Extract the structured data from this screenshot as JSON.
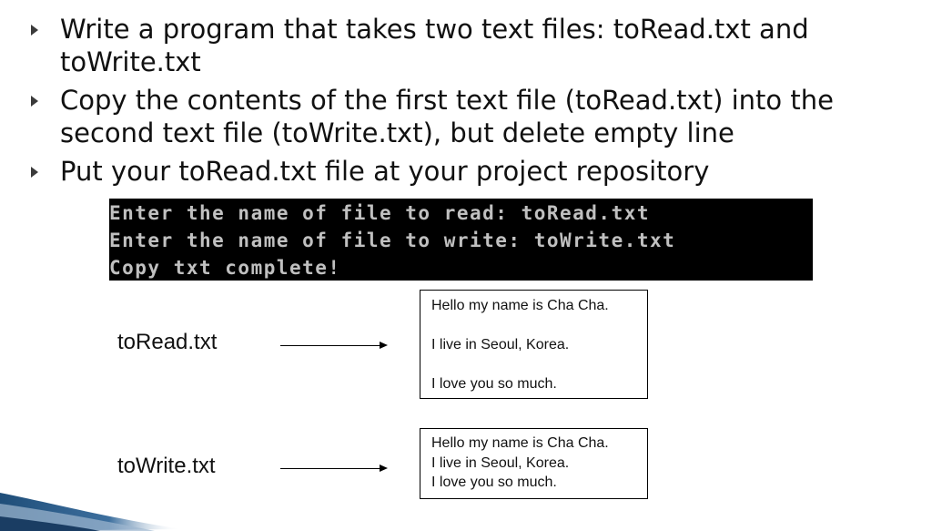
{
  "bullets": [
    "Write a program that takes two text files: toRead.txt and toWrite.txt",
    "Copy the contents of the first text file (toRead.txt) into the second text file (toWrite.txt), but delete empty line",
    "Put your toRead.txt file at your project repository"
  ],
  "console": {
    "lines": [
      "Enter the name of file to read: toRead.txt",
      "Enter the name of file to write: toWrite.txt",
      "Copy txt complete!"
    ]
  },
  "files": [
    {
      "label": "toRead.txt",
      "lines": [
        "Hello my name is Cha Cha.",
        "",
        "I live in Seoul, Korea.",
        "",
        "I love you so much."
      ]
    },
    {
      "label": "toWrite.txt",
      "lines": [
        "Hello my name is Cha Cha.",
        "I live in Seoul, Korea.",
        "I love you so much."
      ]
    }
  ],
  "colors": {
    "console_bg": "#000000",
    "console_text": "#c0c0c0",
    "swoosh": "#1f4e79"
  }
}
